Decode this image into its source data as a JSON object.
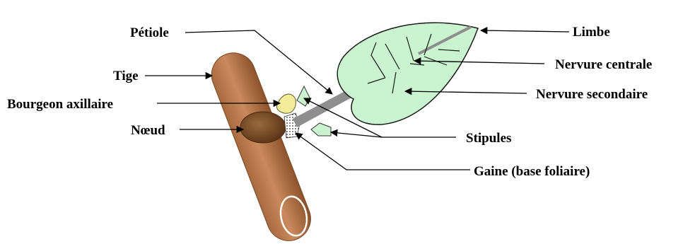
{
  "labels": {
    "petiole": "Pétiole",
    "limbe": "Limbe",
    "tige": "Tige",
    "nervure_centrale": "Nervure centrale",
    "bourgeon_axillaire": "Bourgeon axillaire",
    "nervure_secondaire": "Nervure secondaire",
    "noeud": "Nœud",
    "stipules": "Stipules",
    "gaine": "Gaine (base foliaire)"
  },
  "colors": {
    "stem": "#b9774a",
    "stem_dark": "#8d532c",
    "node": "#7a4a24",
    "leaf_fill": "#c9f4cf",
    "leaf_stroke": "#1a1a1a",
    "petiole": "#8e8e8e",
    "bud": "#f5ec9a",
    "stipule": "#c9f4cf"
  }
}
